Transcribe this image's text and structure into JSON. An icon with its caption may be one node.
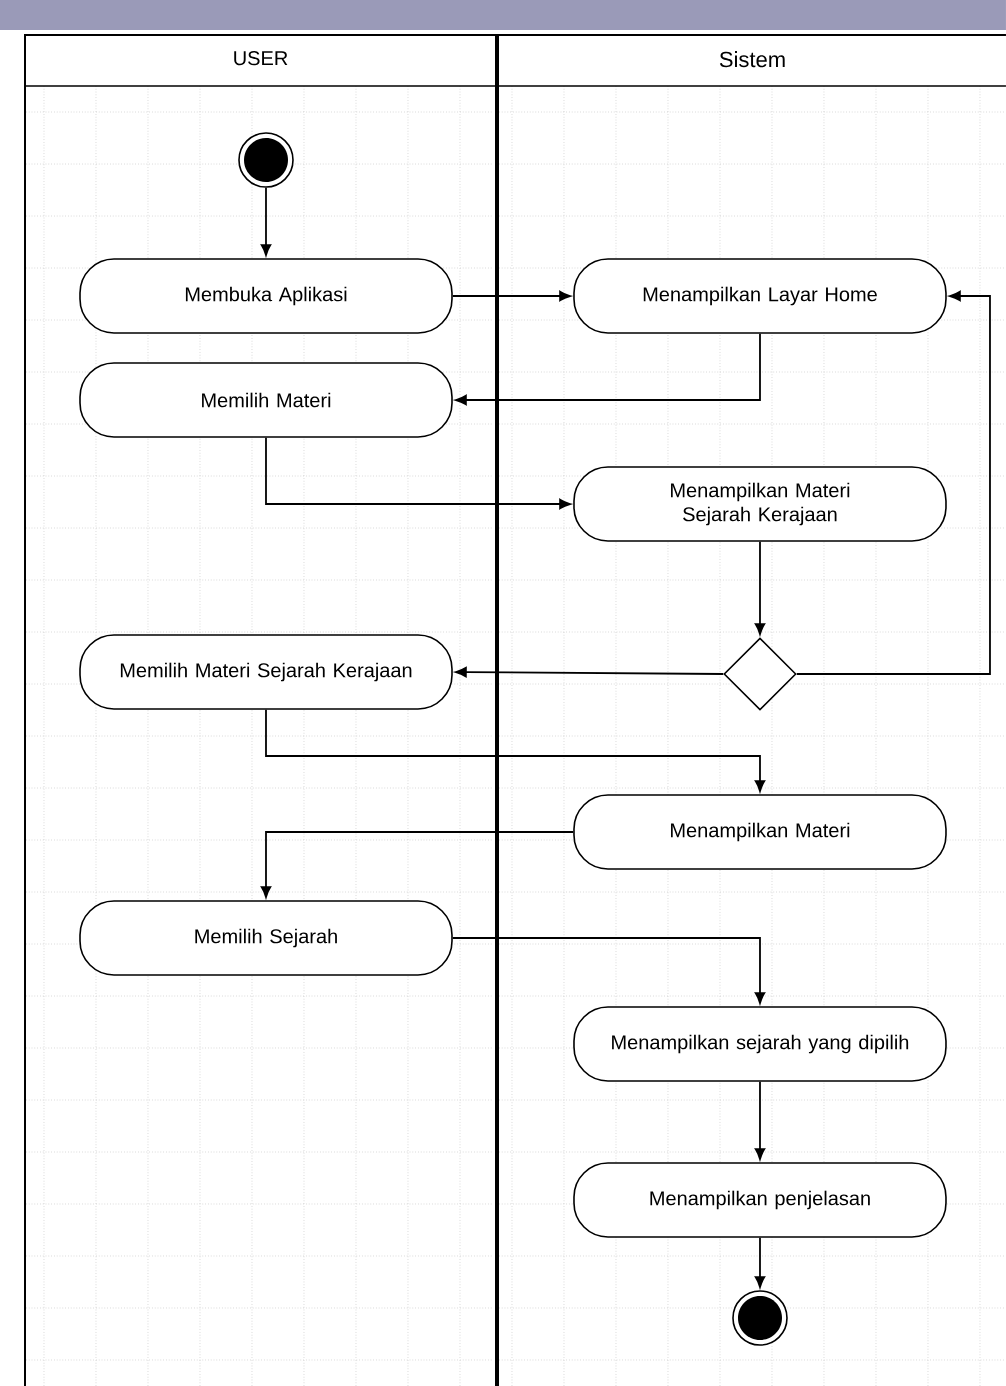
{
  "diagram": {
    "nodes": [
      {
        "text": [
          "USER"
        ]
      },
      {
        "text": [
          "Sistem"
        ]
      },
      {
        "text": [],
        "shape": "circle",
        "in": 0
      },
      {
        "text": [
          "Membuka Aplikasi"
        ],
        "in": 0
      },
      {
        "text": [
          "Menampilkan Layar Home"
        ],
        "in": 1
      },
      {
        "text": [
          "Memilih Materi"
        ],
        "in": 0
      },
      {
        "text": [
          "Menampilkan Materi Sejarah Kerajaan"
        ],
        "in": 1
      },
      {
        "text": [],
        "shape": "diamond",
        "in": 1
      },
      {
        "text": [
          "Memilih Materi Sejarah Kerajaan"
        ],
        "in": 0
      },
      {
        "text": [
          "Menampilkan Materi"
        ],
        "in": 1
      },
      {
        "text": [
          "Memilih Sejarah"
        ],
        "in": 0
      },
      {
        "text": [
          "Menampilkan sejarah yang dipilih"
        ],
        "in": 1
      },
      {
        "text": [
          "Menampilkan penjelasan"
        ],
        "in": 1
      },
      {
        "text": [],
        "shape": "circle",
        "in": 1
      }
    ],
    "edges": [
      {
        "from": 2,
        "to": 3,
        "arrow": "to"
      },
      {
        "from": 3,
        "to": 4,
        "arrow": "to"
      },
      {
        "from": 4,
        "to": 5,
        "arrow": "to"
      },
      {
        "from": 5,
        "to": 6,
        "arrow": "to"
      },
      {
        "from": 6,
        "to": 7,
        "arrow": "to"
      },
      {
        "from": 7,
        "to": 8,
        "arrow": "to"
      },
      {
        "from": 7,
        "to": 4,
        "arrow": "to"
      },
      {
        "from": 8,
        "to": 9,
        "arrow": "to"
      },
      {
        "from": 9,
        "to": 10,
        "arrow": "to"
      },
      {
        "from": 10,
        "to": 11,
        "arrow": "to"
      },
      {
        "from": 11,
        "to": 12,
        "arrow": "to"
      },
      {
        "from": 12,
        "to": 13,
        "arrow": "to"
      }
    ]
  }
}
